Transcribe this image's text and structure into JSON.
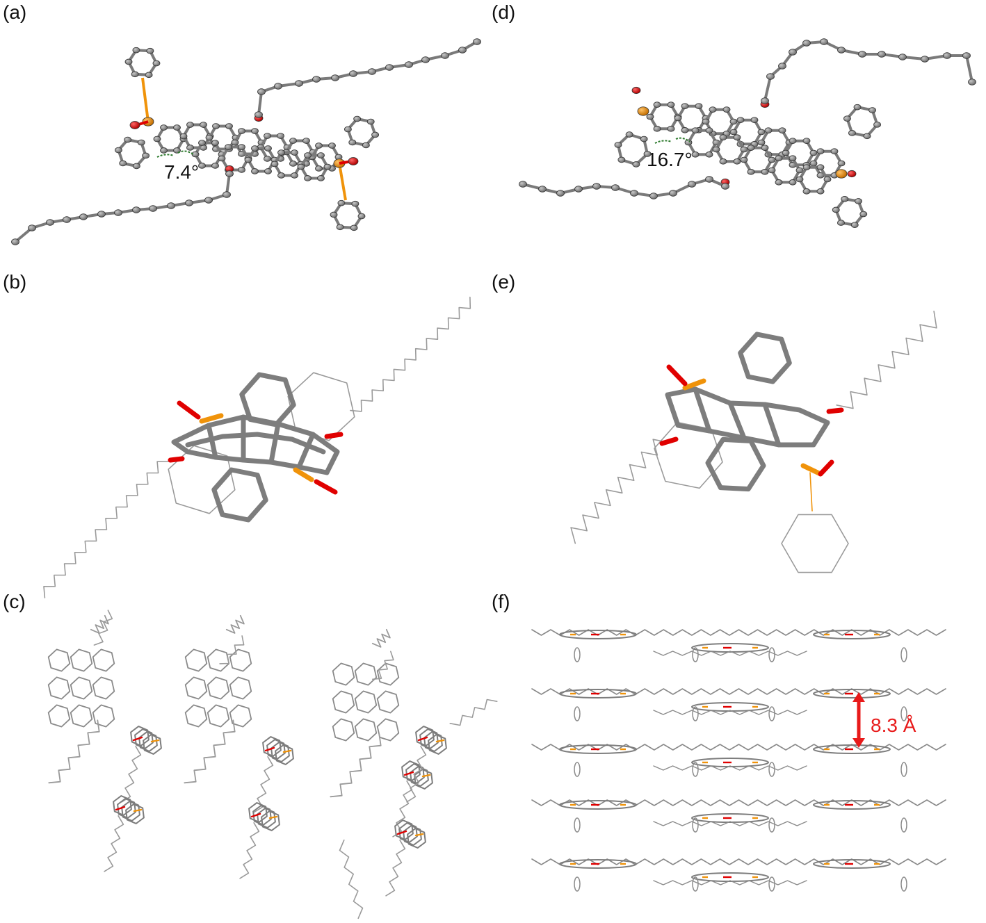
{
  "panels": [
    {
      "id": "a",
      "label": "(a)",
      "annotation": "7.4°"
    },
    {
      "id": "b",
      "label": "(b)"
    },
    {
      "id": "c",
      "label": "(c)"
    },
    {
      "id": "d",
      "label": "(d)",
      "annotation": "16.7°"
    },
    {
      "id": "e",
      "label": "(e)"
    },
    {
      "id": "f",
      "label": "(f)",
      "annotation": "8.3 Å"
    }
  ],
  "colors": {
    "carbon": "#8c8c8c",
    "carbon_outline": "#555555",
    "oxygen": "#e00000",
    "phosphorus": "#f0930a",
    "angle_mark": "#2d7a2d",
    "distance_arrow": "#e81a1a",
    "wire": "#9a9a9a"
  }
}
